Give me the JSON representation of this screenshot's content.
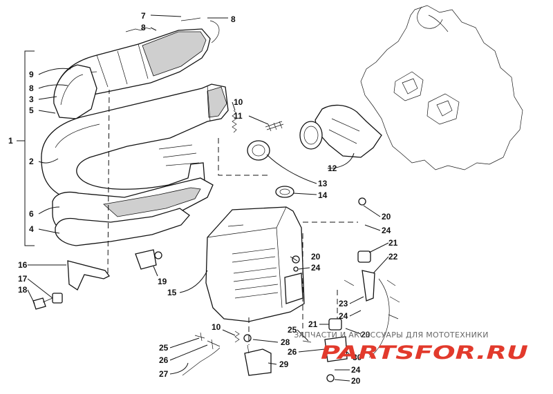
{
  "diagram": {
    "labels": [
      {
        "id": "l7",
        "text": "7"
      },
      {
        "id": "l8a",
        "text": "8"
      },
      {
        "id": "l8b",
        "text": "8"
      },
      {
        "id": "l9",
        "text": "9"
      },
      {
        "id": "l8c",
        "text": "8"
      },
      {
        "id": "l3",
        "text": "3"
      },
      {
        "id": "l5",
        "text": "5"
      },
      {
        "id": "l1",
        "text": "1"
      },
      {
        "id": "l2",
        "text": "2"
      },
      {
        "id": "l6",
        "text": "6"
      },
      {
        "id": "l4",
        "text": "4"
      },
      {
        "id": "l10a",
        "text": "10"
      },
      {
        "id": "l11",
        "text": "11"
      },
      {
        "id": "l12",
        "text": "12"
      },
      {
        "id": "l13",
        "text": "13"
      },
      {
        "id": "l14",
        "text": "14"
      },
      {
        "id": "l20a",
        "text": "20"
      },
      {
        "id": "l24a",
        "text": "24"
      },
      {
        "id": "l21a",
        "text": "21"
      },
      {
        "id": "l22",
        "text": "22"
      },
      {
        "id": "l20b",
        "text": "20"
      },
      {
        "id": "l24b",
        "text": "24"
      },
      {
        "id": "l16",
        "text": "16"
      },
      {
        "id": "l17",
        "text": "17"
      },
      {
        "id": "l18",
        "text": "18"
      },
      {
        "id": "l19",
        "text": "19"
      },
      {
        "id": "l15",
        "text": "15"
      },
      {
        "id": "l23",
        "text": "23"
      },
      {
        "id": "l24c",
        "text": "24"
      },
      {
        "id": "l21b",
        "text": "21"
      },
      {
        "id": "l20c",
        "text": "20"
      },
      {
        "id": "l10b",
        "text": "10"
      },
      {
        "id": "l25a",
        "text": "25"
      },
      {
        "id": "l28",
        "text": "28"
      },
      {
        "id": "l26a",
        "text": "26"
      },
      {
        "id": "l30",
        "text": "30"
      },
      {
        "id": "l25b",
        "text": "25"
      },
      {
        "id": "l26b",
        "text": "26"
      },
      {
        "id": "l29",
        "text": "29"
      },
      {
        "id": "l27",
        "text": "27"
      },
      {
        "id": "l24d",
        "text": "24"
      },
      {
        "id": "l20d",
        "text": "20"
      }
    ]
  },
  "watermark": {
    "tagline": "ЗАПЧАСТИ И АКСЕССУАРЫ ДЛЯ МОТОТЕХНИКИ",
    "logo": "PARTSFOR.RU",
    "color": "#e23a2c"
  }
}
